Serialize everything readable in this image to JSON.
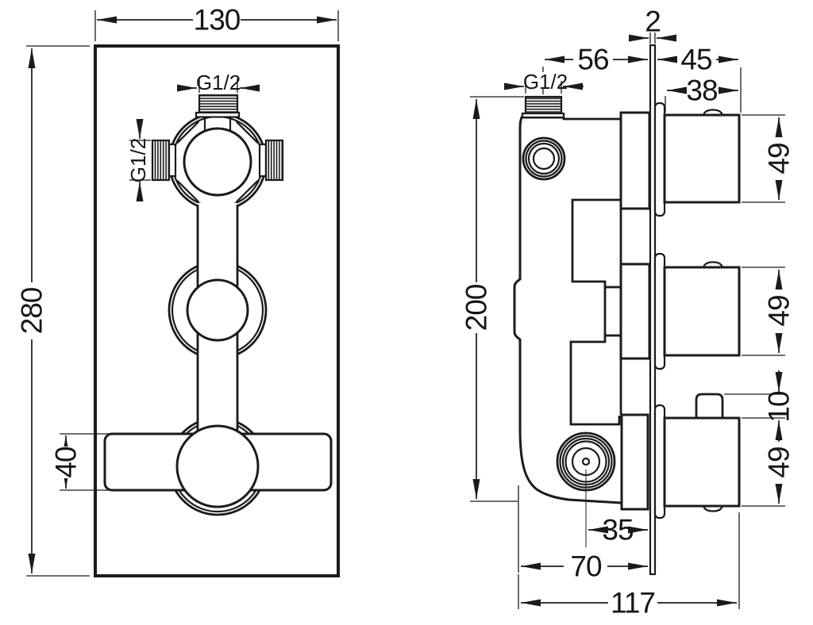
{
  "drawing_title": "concealed thermostatic shower valve dimension drawing",
  "colors": {
    "line": "#1b1b1b",
    "background": "#ffffff"
  },
  "front_view": {
    "overall_width": "130",
    "overall_height": "280",
    "top_port_thread": "G1/2",
    "side_port_thread": "G1/2",
    "lever_height": "40"
  },
  "side_view": {
    "plate_thickness": "2",
    "port_axis_to_plate": "56",
    "plate_to_knob_face": "45",
    "knob_length": "38",
    "top_knob_height": "49",
    "middle_knob_height": "49",
    "nub_height": "10",
    "bottom_knob_height": "49",
    "body_height": "200",
    "outlet_axis_to_plate": "35",
    "body_to_plate_depth": "70",
    "total_depth": "117",
    "top_port_thread": "G1/2"
  }
}
